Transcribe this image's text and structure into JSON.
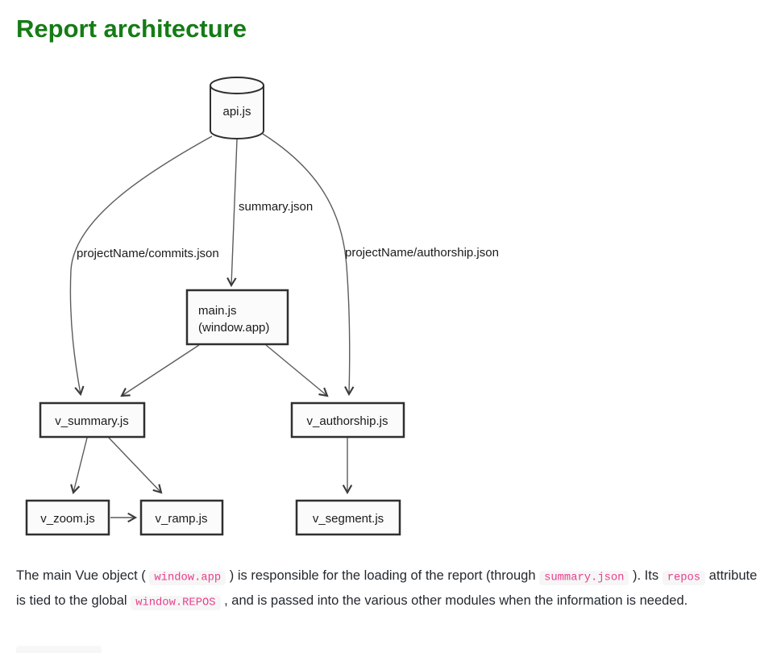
{
  "page": {
    "title": "Report architecture"
  },
  "colors": {
    "heading_green": "#157c15",
    "code_text": "#e83e8c",
    "code_background": "#f6f6f6",
    "node_border": "#2f2f2f",
    "node_fill": "#fbfbfb",
    "edge_stroke": "#5c5c5c"
  },
  "diagram": {
    "nodes": {
      "api": {
        "label": "api.js",
        "shape": "cylinder"
      },
      "main": {
        "label": "main.js",
        "label2": "(window.app)",
        "shape": "rect"
      },
      "v_summary": {
        "label": "v_summary.js",
        "shape": "rect"
      },
      "v_authorship": {
        "label": "v_authorship.js",
        "shape": "rect"
      },
      "v_zoom": {
        "label": "v_zoom.js",
        "shape": "rect"
      },
      "v_ramp": {
        "label": "v_ramp.js",
        "shape": "rect"
      },
      "v_segment": {
        "label": "v_segment.js",
        "shape": "rect"
      }
    },
    "edge_labels": {
      "commits": "projectName/commits.json",
      "summary": "summary.json",
      "authorship": "projectName/authorship.json"
    },
    "edges": [
      {
        "from": "api.js",
        "to": "v_summary.js",
        "label": "projectName/commits.json"
      },
      {
        "from": "api.js",
        "to": "main.js (window.app)",
        "label": "summary.json"
      },
      {
        "from": "api.js",
        "to": "v_authorship.js",
        "label": "projectName/authorship.json"
      },
      {
        "from": "main.js (window.app)",
        "to": "v_summary.js",
        "label": ""
      },
      {
        "from": "main.js (window.app)",
        "to": "v_authorship.js",
        "label": ""
      },
      {
        "from": "v_summary.js",
        "to": "v_zoom.js",
        "label": ""
      },
      {
        "from": "v_summary.js",
        "to": "v_ramp.js",
        "label": ""
      },
      {
        "from": "v_authorship.js",
        "to": "v_segment.js",
        "label": ""
      },
      {
        "from": "v_zoom.js",
        "to": "v_ramp.js",
        "label": ""
      }
    ]
  },
  "paragraph": {
    "parts": [
      {
        "type": "text",
        "value": "The main Vue object ( "
      },
      {
        "type": "code",
        "value": "window.app"
      },
      {
        "type": "text",
        "value": " ) is responsible for the loading of the report (through "
      },
      {
        "type": "code",
        "value": "summary.json"
      },
      {
        "type": "text",
        "value": " ). Its "
      },
      {
        "type": "code",
        "value": "repos"
      },
      {
        "type": "text",
        "value": " attribute is tied to the global "
      },
      {
        "type": "code",
        "value": "window.REPOS"
      },
      {
        "type": "text",
        "value": " , and is passed into the various other modules when the information is needed."
      }
    ]
  }
}
